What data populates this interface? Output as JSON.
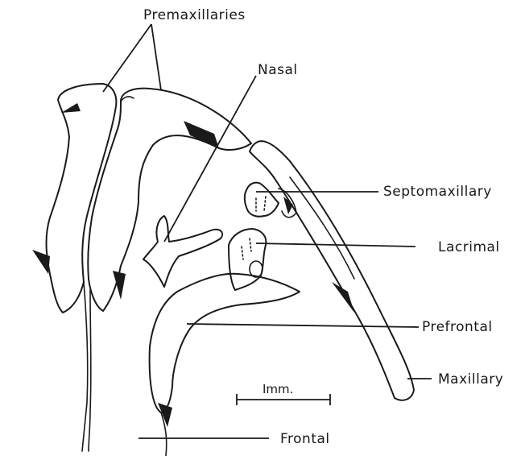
{
  "labels": {
    "premaxillaries": "Premaxillaries",
    "nasal": "Nasal",
    "septomaxillary": "Septomaxillary",
    "lacrimal": "Lacrimal",
    "prefrontal": "Prefrontal",
    "maxillary": "Maxillary",
    "frontal": "Frontal"
  },
  "scale_bar": {
    "label": "Imm."
  }
}
